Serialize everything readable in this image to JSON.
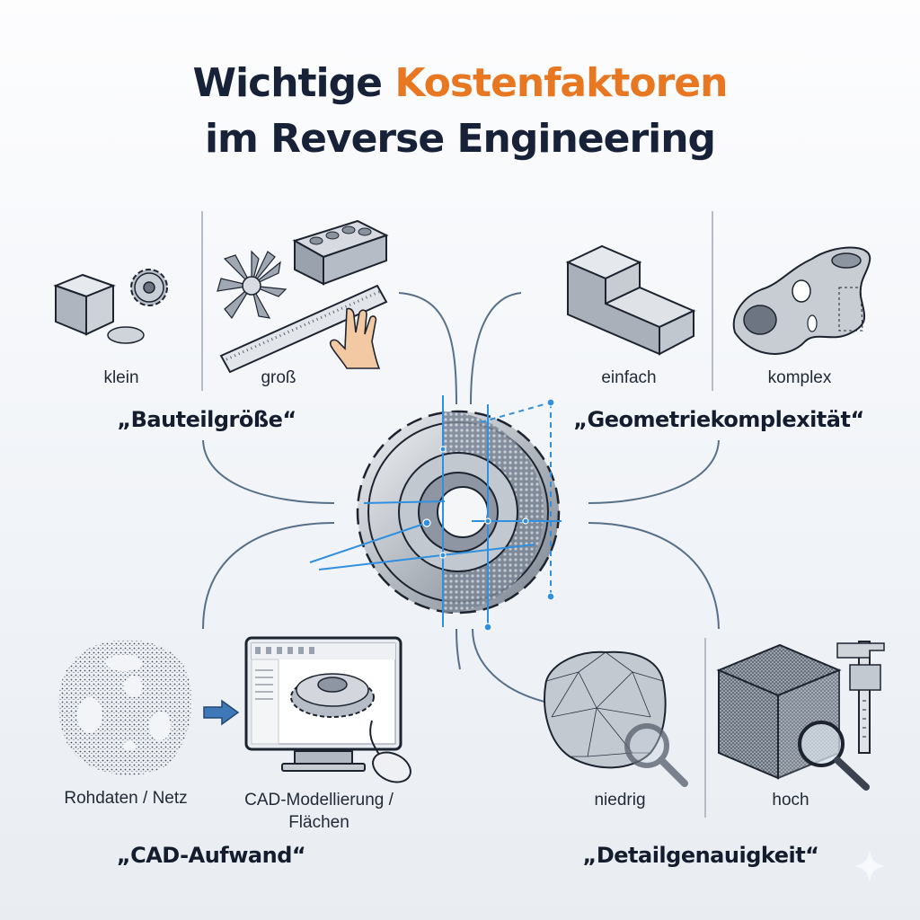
{
  "title": {
    "line1_prefix": "Wichtige",
    "line1_accent": "Kostenfaktoren",
    "line2": "im Reverse Engineering",
    "accent_color": "#e87722",
    "text_color": "#172238"
  },
  "center": {
    "icon": "gear-scan-icon",
    "description": "Zahnrad halb metallisch, halb als Netz/Scan mit blauen Messlinien"
  },
  "factors": {
    "size": {
      "heading": "„Bauteilgröße“",
      "left_label": "klein",
      "right_label": "groß",
      "left_icons": [
        "cube-icon",
        "small-gear-icon",
        "coin-icon"
      ],
      "right_icons": [
        "turbine-icon",
        "engine-block-icon",
        "ruler-icon",
        "hand-icon"
      ]
    },
    "geometry": {
      "heading": "„Geometriekomplexität“",
      "left_label": "einfach",
      "right_label": "komplex",
      "left_icons": [
        "step-block-icon"
      ],
      "right_icons": [
        "organic-lattice-part-icon"
      ]
    },
    "cad": {
      "heading": "„CAD-Aufwand“",
      "left_label": "Rohdaten / Netz",
      "right_label_line1": "CAD-Modellierung /",
      "right_label_line2": "Flächen",
      "left_icons": [
        "point-cloud-icon"
      ],
      "arrow_icon": "arrow-right-icon",
      "right_icons": [
        "monitor-cad-icon",
        "mouse-icon"
      ]
    },
    "detail": {
      "heading": "„Detailgenauigkeit“",
      "left_label": "niedrig",
      "right_label": "hoch",
      "left_icons": [
        "coarse-mesh-cube-icon",
        "magnifier-icon"
      ],
      "right_icons": [
        "fine-mesh-cube-icon",
        "magnifier-icon",
        "caliper-icon"
      ]
    }
  },
  "colors": {
    "connector": "#56708a",
    "scan_blue": "#2f8fe0",
    "arrow_blue": "#3f78b8",
    "metal_light": "#d9dde3",
    "metal_dark": "#5d6673"
  }
}
